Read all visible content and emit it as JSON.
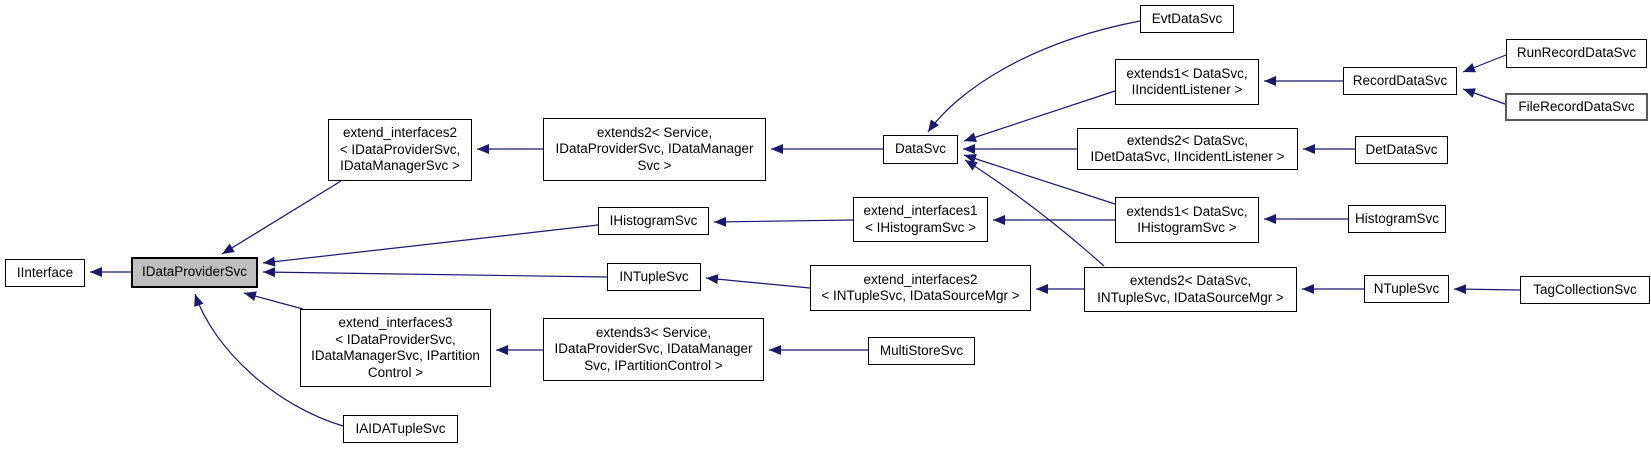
{
  "diagram": {
    "type": "class-inheritance-graph",
    "nodes": [
      {
        "id": "iinterface",
        "label": "IInterface"
      },
      {
        "id": "idataprovidersvc",
        "label": "IDataProviderSvc",
        "highlighted": true
      },
      {
        "id": "extend-interfaces2-provider",
        "label": "extend_interfaces2\n< IDataProviderSvc,\nIDataManagerSvc >"
      },
      {
        "id": "extends2-service-provider",
        "label": "extends2< Service,\nIDataProviderSvc, IDataManager\nSvc >"
      },
      {
        "id": "datasvc",
        "label": "DataSvc"
      },
      {
        "id": "evtdatasvc",
        "label": "EvtDataSvc"
      },
      {
        "id": "extends1-incident",
        "label": "extends1< DataSvc,\nIIncidentListener >"
      },
      {
        "id": "recorddatasvc",
        "label": "RecordDataSvc"
      },
      {
        "id": "runrecorddatasvc",
        "label": "RunRecordDataSvc"
      },
      {
        "id": "filerecorddatasvc",
        "label": "FileRecordDataSvc",
        "truncated": true
      },
      {
        "id": "extends2-detdatasvc",
        "label": "extends2< DataSvc,\nIDetDataSvc, IIncidentListener >"
      },
      {
        "id": "detdatasvc",
        "label": "DetDataSvc"
      },
      {
        "id": "ihistogramsvc",
        "label": "IHistogramSvc"
      },
      {
        "id": "extend-interfaces1-hist",
        "label": "extend_interfaces1\n< IHistogramSvc >"
      },
      {
        "id": "extends1-hist",
        "label": "extends1< DataSvc,\nIHistogramSvc >"
      },
      {
        "id": "histogramsvc",
        "label": "HistogramSvc"
      },
      {
        "id": "intuplesvc",
        "label": "INTupleSvc"
      },
      {
        "id": "extend-interfaces2-ntuple",
        "label": "extend_interfaces2\n< INTupleSvc, IDataSourceMgr >"
      },
      {
        "id": "extends2-ntuple",
        "label": "extends2< DataSvc,\nINTupleSvc, IDataSourceMgr >"
      },
      {
        "id": "ntuplesvc",
        "label": "NTupleSvc"
      },
      {
        "id": "tagcollectionsvc",
        "label": "TagCollectionSvc"
      },
      {
        "id": "extend-interfaces3",
        "label": "extend_interfaces3\n< IDataProviderSvc,\nIDataManagerSvc, IPartition\nControl >"
      },
      {
        "id": "extends3-service",
        "label": "extends3< Service,\nIDataProviderSvc, IDataManager\nSvc, IPartitionControl >"
      },
      {
        "id": "multistoresvc",
        "label": "MultiStoreSvc"
      },
      {
        "id": "iaidatuplesvc",
        "label": "IAIDATupleSvc"
      }
    ],
    "edges": [
      {
        "from": "idataprovidersvc",
        "to": "iinterface"
      },
      {
        "from": "extend-interfaces2-provider",
        "to": "idataprovidersvc"
      },
      {
        "from": "ihistogramsvc",
        "to": "idataprovidersvc"
      },
      {
        "from": "intuplesvc",
        "to": "idataprovidersvc"
      },
      {
        "from": "extend-interfaces3",
        "to": "idataprovidersvc"
      },
      {
        "from": "iaidatuplesvc",
        "to": "idataprovidersvc"
      },
      {
        "from": "extends2-service-provider",
        "to": "extend-interfaces2-provider"
      },
      {
        "from": "datasvc",
        "to": "extends2-service-provider"
      },
      {
        "from": "evtdatasvc",
        "to": "datasvc"
      },
      {
        "from": "extends1-incident",
        "to": "datasvc"
      },
      {
        "from": "extends2-detdatasvc",
        "to": "datasvc"
      },
      {
        "from": "extends1-hist",
        "to": "datasvc"
      },
      {
        "from": "extends2-ntuple",
        "to": "datasvc"
      },
      {
        "from": "recorddatasvc",
        "to": "extends1-incident"
      },
      {
        "from": "runrecorddatasvc",
        "to": "recorddatasvc"
      },
      {
        "from": "filerecorddatasvc",
        "to": "recorddatasvc"
      },
      {
        "from": "detdatasvc",
        "to": "extends2-detdatasvc"
      },
      {
        "from": "extend-interfaces1-hist",
        "to": "ihistogramsvc"
      },
      {
        "from": "extends1-hist",
        "to": "extend-interfaces1-hist"
      },
      {
        "from": "histogramsvc",
        "to": "extends1-hist"
      },
      {
        "from": "extend-interfaces2-ntuple",
        "to": "intuplesvc"
      },
      {
        "from": "extends2-ntuple",
        "to": "extend-interfaces2-ntuple"
      },
      {
        "from": "ntuplesvc",
        "to": "extends2-ntuple"
      },
      {
        "from": "tagcollectionsvc",
        "to": "ntuplesvc"
      },
      {
        "from": "extends3-service",
        "to": "extend-interfaces3"
      },
      {
        "from": "multistoresvc",
        "to": "extends3-service"
      }
    ]
  },
  "colors": {
    "edge_color": "#191970",
    "node_fill": "#ffffff",
    "node_border": "#000000",
    "highlight_fill": "#bfbfbf",
    "truncated_border": "#5a5a5a",
    "canvas_bg": "#ffffff"
  }
}
